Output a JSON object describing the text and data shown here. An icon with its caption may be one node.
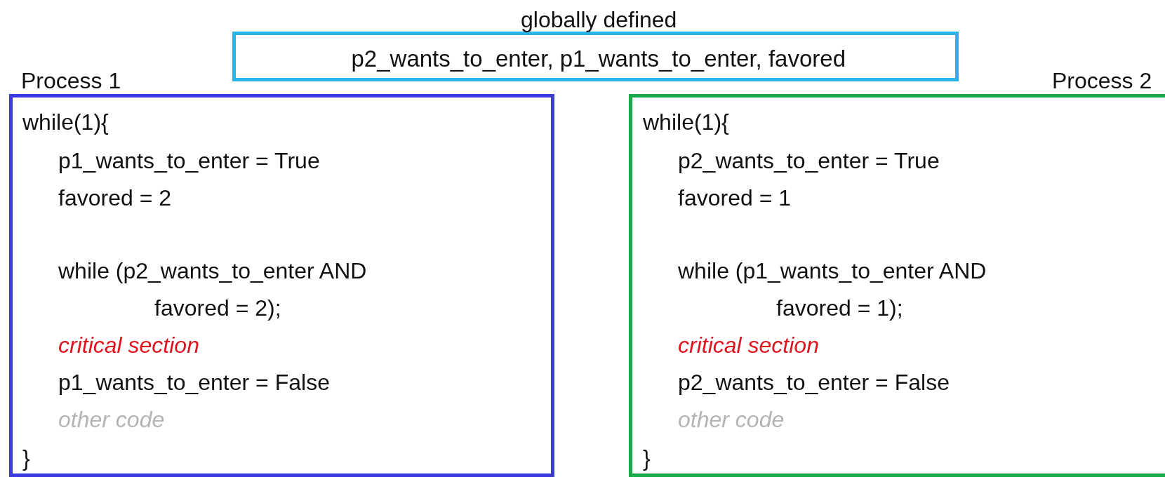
{
  "diagram": {
    "nodes": [
      {
        "text": [
          "globally defined",
          "p2_wants_to_enter, p1_wants_to_enter, favored"
        ]
      },
      {
        "text": [
          "Process 1",
          "while(1){",
          "p1_wants_to_enter = True",
          "favored = 2",
          "while (p2_wants_to_enter AND",
          "favored = 2);",
          "critical section",
          "p1_wants_to_enter = False",
          "other code",
          "}"
        ]
      },
      {
        "text": [
          "Process 2",
          "while(1){",
          "p2_wants_to_enter = True",
          "favored = 1",
          "while (p1_wants_to_enter AND",
          "favored = 1);",
          "critical section",
          "p2_wants_to_enter = False",
          "other code",
          "}"
        ]
      }
    ]
  }
}
